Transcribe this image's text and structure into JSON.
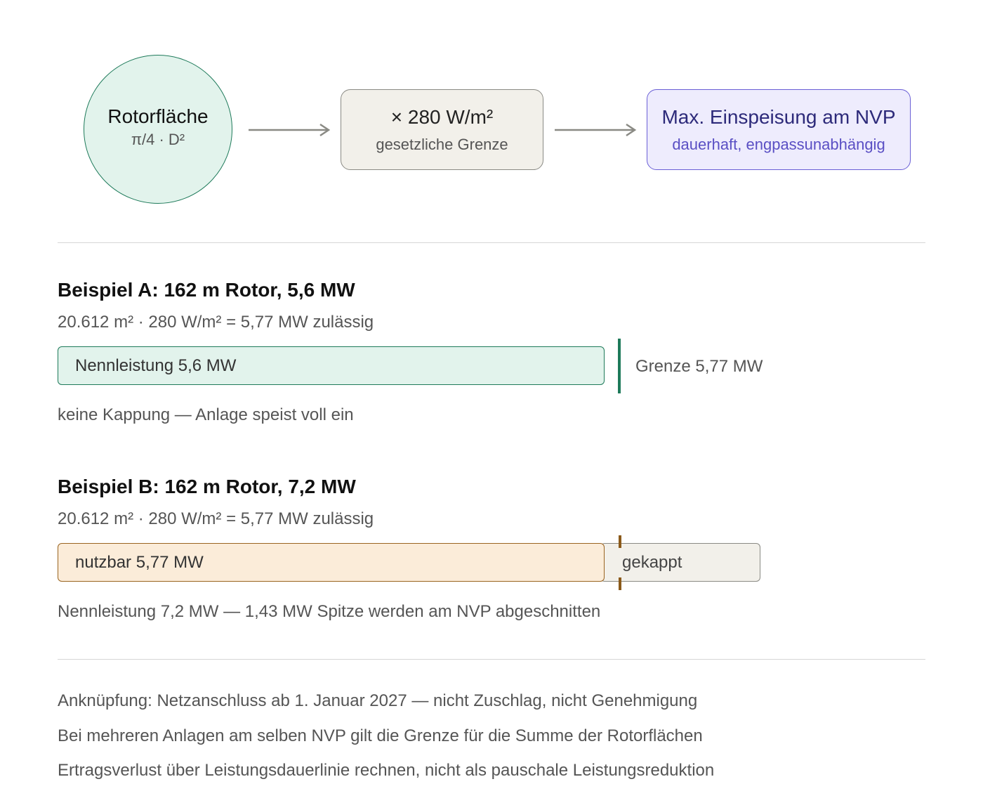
{
  "flow": {
    "node1": {
      "title": "Rotorfläche",
      "subtitle": "π/4 · D²"
    },
    "node2": {
      "title": "× 280 W/m²",
      "subtitle": "gesetzliche Grenze"
    },
    "node3": {
      "title": "Max. Einspeisung am NVP",
      "subtitle": "dauerhaft, engpassunabhängig"
    }
  },
  "exampleA": {
    "title": "Beispiel A: 162 m Rotor, 5,6 MW",
    "formula": "20.612 m² · 280 W/m² = 5,77 MW zulässig",
    "bar_label": "Nennleistung 5,6 MW",
    "limit_label": "Grenze 5,77 MW",
    "note": "keine Kappung — Anlage speist voll ein"
  },
  "exampleB": {
    "title": "Beispiel B: 162 m Rotor, 7,2 MW",
    "formula": "20.612 m² · 280 W/m² = 5,77 MW zulässig",
    "bar_label": "nutzbar 5,77 MW",
    "cut_label": "gekappt",
    "note": "Nennleistung 7,2 MW — 1,43 MW Spitze werden am NVP abgeschnitten"
  },
  "footer": [
    "Anknüpfung: Netzanschluss ab 1. Januar 2027 — nicht Zuschlag, nicht Genehmigung",
    "Bei mehreren Anlagen am selben NVP gilt die Grenze für die Summe der Rotorflächen",
    "Ertragsverlust über Leistungsdauerlinie rechnen, nicht als pauschale Leistungsreduktion"
  ],
  "colors": {
    "green": "#1e7a5a",
    "green_fill": "#e2f3ec",
    "purple": "#6a5fd6",
    "purple_fill": "#eeecfd",
    "amber": "#9a6420",
    "amber_fill": "#fbecd9",
    "neutral_fill": "#f2f0ea"
  }
}
